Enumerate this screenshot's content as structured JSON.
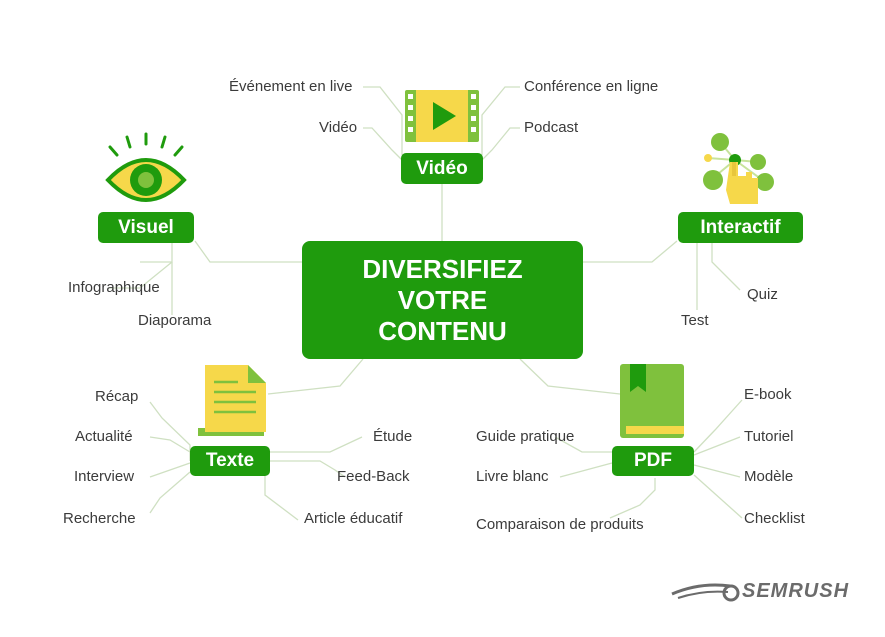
{
  "center": {
    "line1": "DIVERSIFIEZ",
    "line2": "VOTRE",
    "line3": "CONTENU"
  },
  "branches": {
    "video": {
      "title": "Vidéo",
      "items": [
        "Événement en live",
        "Vidéo",
        "Conférence en ligne",
        "Podcast"
      ]
    },
    "visuel": {
      "title": "Visuel",
      "items": [
        "Infographique",
        "Diaporama"
      ]
    },
    "interactif": {
      "title": "Interactif",
      "items": [
        "Quiz",
        "Test"
      ]
    },
    "texte": {
      "title": "Texte",
      "items": [
        "Récap",
        "Actualité",
        "Interview",
        "Recherche",
        "Étude",
        "Feed-Back",
        "Article éducatif"
      ]
    },
    "pdf": {
      "title": "PDF",
      "items": [
        "Guide pratique",
        "Livre blanc",
        "Comparaison de produits",
        "E-book",
        "Tutoriel",
        "Modèle",
        "Checklist"
      ]
    }
  },
  "logo": {
    "text": "SEMRUSH"
  },
  "colors": {
    "green_dark": "#1f9b0d",
    "green_light": "#7fc13d",
    "yellow": "#f6d84a",
    "line": "#cfe0c2",
    "text": "#3b3b3b"
  },
  "icons": [
    "video-icon",
    "eye-icon",
    "interactive-touch-icon",
    "document-icon",
    "book-icon",
    "semrush-logo-icon"
  ]
}
